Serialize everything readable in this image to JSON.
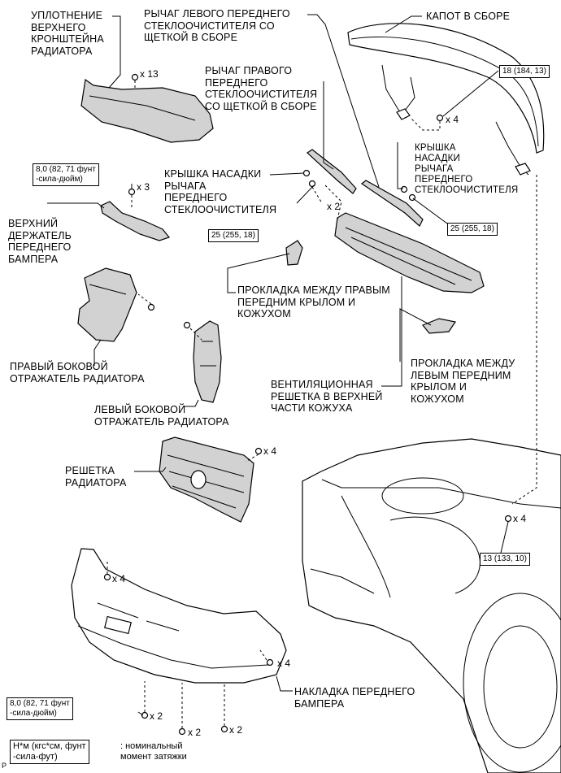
{
  "labels": {
    "radiator_support_seal": [
      "УПЛОТНЕНИЕ",
      "ВЕРХНЕГО",
      "КРОНШТЕЙНА",
      "РАДИАТОРА"
    ],
    "lh_wiper_arm": [
      "РЫЧАГ ЛЕВОГО ПЕРЕДНЕГО",
      "СТЕКЛООЧИСТИТЕЛЯ СО",
      "ЩЕТКОЙ В СБОРЕ"
    ],
    "hood_assy": [
      "КАПОТ В СБОРЕ"
    ],
    "rh_wiper_arm": [
      "РЫЧАГ ПРАВОГО",
      "ПЕРЕДНЕГО",
      "СТЕКЛООЧИСТИТЕЛЯ",
      "СО ЩЕТКОЙ В СБОРЕ"
    ],
    "wiper_cap_rh": [
      "КРЫШКА НАСАДКИ",
      "РЫЧАГА",
      "ПЕРЕДНЕГО",
      "СТЕКЛООЧИСТИТЕЛЯ"
    ],
    "wiper_cap_lh": [
      "КРЫШКА",
      "НАСАДКИ",
      "РЫЧАГА",
      "ПЕРЕДНЕГО",
      "СТЕКЛООЧИСТИТЕЛЯ"
    ],
    "upper_bumper_retainer": [
      "ВЕРХНИЙ",
      "ДЕРЖАТЕЛЬ",
      "ПЕРЕДНЕГО",
      "БАМПЕРА"
    ],
    "rh_fender_seal": [
      "ПРОКЛАДКА МЕЖДУ ПРАВЫМ",
      "ПЕРЕДНИМ КРЫЛОМ И",
      "КОЖУХОМ"
    ],
    "rh_radiator_side_deflector": [
      "ПРАВЫЙ БОКОВОЙ",
      "ОТРАЖАТЕЛЬ РАДИАТОРА"
    ],
    "lh_fender_seal": [
      "ПРОКЛАДКА МЕЖДУ",
      "ЛЕВЫМ ПЕРЕДНИМ",
      "КРЫЛОМ И",
      "КОЖУХОМ"
    ],
    "cowl_top_louver": [
      "ВЕНТИЛЯЦИОННАЯ",
      "РЕШЕТКА В ВЕРХНЕЙ",
      "ЧАСТИ КОЖУХА"
    ],
    "lh_radiator_side_deflector": [
      "ЛЕВЫЙ БОКОВОЙ",
      "ОТРАЖАТЕЛЬ РАДИАТОРА"
    ],
    "radiator_grille": [
      "РЕШЕТКА",
      "РАДИАТОРА"
    ],
    "front_bumper_cover": [
      "НАКЛАДКА ПЕРЕДНЕГО",
      "БАМПЕРА"
    ]
  },
  "torque": {
    "t1": [
      "8,0 (82, 71 фунт",
      "-сила-дюйм)"
    ],
    "t2": [
      "18 (184, 13)"
    ],
    "t3": [
      "25 (255, 18)"
    ],
    "t4": [
      "25 (255, 18)"
    ],
    "t5": [
      "13 (133, 10)"
    ],
    "t6": [
      "8,0 (82, 71 фунт",
      "-сила-дюйм)"
    ]
  },
  "quantities": {
    "q_seal": "x 13",
    "q_retainer": "x 3",
    "q_hood": "x 4",
    "q_cowl": "x 2",
    "q_grille": "x 4",
    "q_engine": "x 4",
    "q_bumper_top": "x 4",
    "q_bumper_right": "x 4",
    "q_bumper_b1": "x 2",
    "q_bumper_b2": "x 2",
    "q_bumper_b3": "x 2"
  },
  "legend": {
    "unit": [
      "Н*м (кгс*см, фунт",
      "-сила-фут)"
    ],
    "meaning": [
      ": номинальный",
      "момент затяжки"
    ]
  },
  "corner_mark": "P"
}
